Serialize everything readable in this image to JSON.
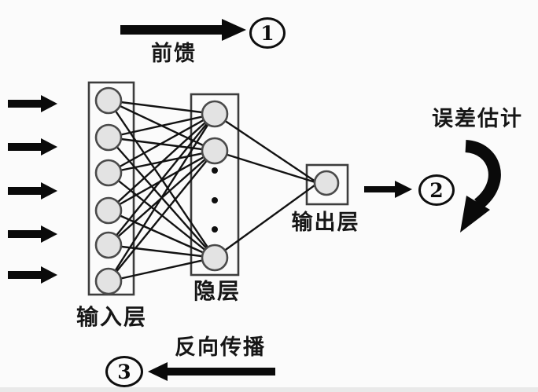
{
  "labels": {
    "feedforward": "前馈",
    "error_estimation": "误差估计",
    "backpropagation": "反向传播",
    "input_layer": "输入层",
    "hidden_layer": "隐层",
    "output_layer": "输出层"
  },
  "steps": {
    "step1": "1",
    "step2": "2",
    "step3": "3"
  },
  "network": {
    "input_nodes_visible": 6,
    "hidden_nodes_visible": 3,
    "hidden_layer_truncated_with_dots": true,
    "output_nodes": 1,
    "external_input_arrows": 5
  },
  "icons": {
    "feedforward_arrow": "right-arrow",
    "output_arrow": "right-arrow",
    "backpropagation_arrow": "left-arrow",
    "error_loop_arrow": "curved-down-arrow",
    "input_arrows": "right-arrow"
  },
  "colors": {
    "background": "#fbfbfb",
    "node_fill": "#e3e3e3",
    "node_stroke": "#4a4a4a",
    "line": "#121212",
    "text": "#161616"
  }
}
